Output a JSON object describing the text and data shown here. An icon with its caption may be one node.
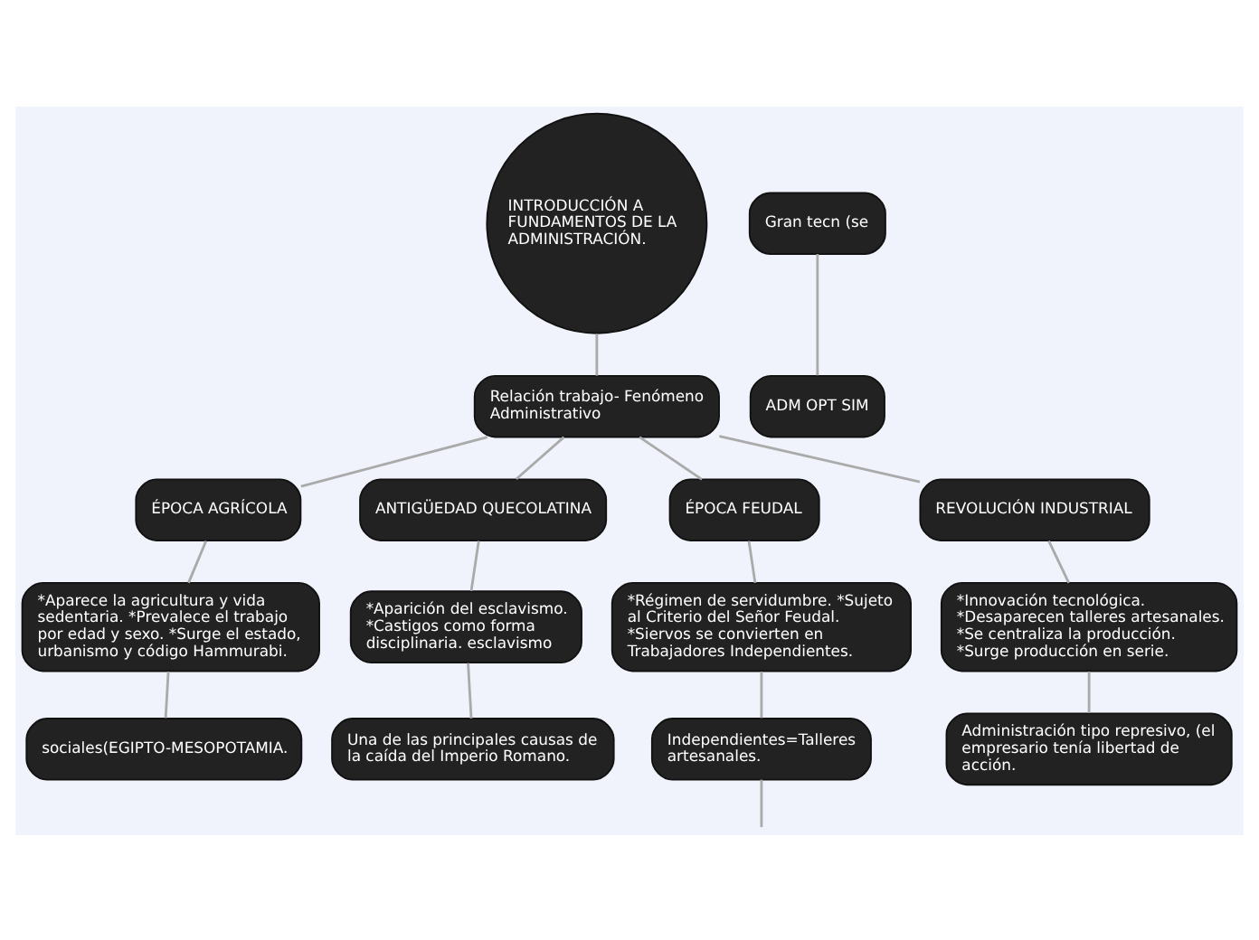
{
  "diagram": {
    "nodes": [
      {
        "text": [
          "INTRODUCCIÓN A FUNDAMENTOS DE LA ADMINISTRACIÓN."
        ]
      },
      {
        "text": [
          "Relación trabajo- Fenómeno Administrativo"
        ]
      },
      {
        "text": [
          "ÉPOCA AGRÍCOLA"
        ]
      },
      {
        "text": [
          "ANTIGÜEDAD QUECOLATINA"
        ]
      },
      {
        "text": [
          "ÉPOCA FEUDAL"
        ]
      },
      {
        "text": [
          "REVOLUCIÓN INDUSTRIAL"
        ]
      },
      {
        "text": [
          "*Aparece la agricultura y vida sedentaria. *Prevalece el trabajo por edad y sexo. *Surge el estado, urbanismo y código Hammurabi."
        ]
      },
      {
        "text": [
          "*Aparición del esclavismo. *Castigos como forma disciplinaria. esclavismo"
        ]
      },
      {
        "text": [
          "*Régimen de servidumbre. *Sujeto al Criterio del Señor Feudal. *Siervos se convierten en Trabajadores Independientes."
        ]
      },
      {
        "text": [
          "*Innovación tecnológica. *Desaparecen talleres artesanales. *Se centraliza la producción. *Surge producción en serie."
        ]
      },
      {
        "text": [
          "Gran tecn (se"
        ]
      },
      {
        "text": [
          "sociales(EGIPTO-MESOPOTAMIA."
        ]
      },
      {
        "text": [
          "Una de las principales causas de la caída del Imperio Romano."
        ]
      },
      {
        "text": [
          "Independientes=Talleres artesanales."
        ]
      },
      {
        "text": [
          "Administración tipo represivo, (el empresario tenía libertad de acción."
        ]
      },
      {
        "text": [
          "ADM OPT SIM"
        ]
      }
    ],
    "edges": [
      {
        "from": 0,
        "to": 1,
        "arrow": "none"
      },
      {
        "from": 1,
        "to": 2,
        "arrow": "none"
      },
      {
        "from": 1,
        "to": 3,
        "arrow": "none"
      },
      {
        "from": 1,
        "to": 4,
        "arrow": "none"
      },
      {
        "from": 1,
        "to": 5,
        "arrow": "none"
      },
      {
        "from": 2,
        "to": 6,
        "arrow": "none"
      },
      {
        "from": 3,
        "to": 7,
        "arrow": "none"
      },
      {
        "from": 4,
        "to": 8,
        "arrow": "none"
      },
      {
        "from": 5,
        "to": 9,
        "arrow": "none"
      },
      {
        "from": 6,
        "to": 11,
        "arrow": "none"
      },
      {
        "from": 7,
        "to": 12,
        "arrow": "none"
      },
      {
        "from": 8,
        "to": 13,
        "arrow": "none"
      },
      {
        "from": 9,
        "to": 14,
        "arrow": "none"
      },
      {
        "from": 10,
        "to": 15,
        "arrow": "none"
      },
      {
        "from": 13,
        "to": null,
        "arrow": "none"
      }
    ]
  }
}
